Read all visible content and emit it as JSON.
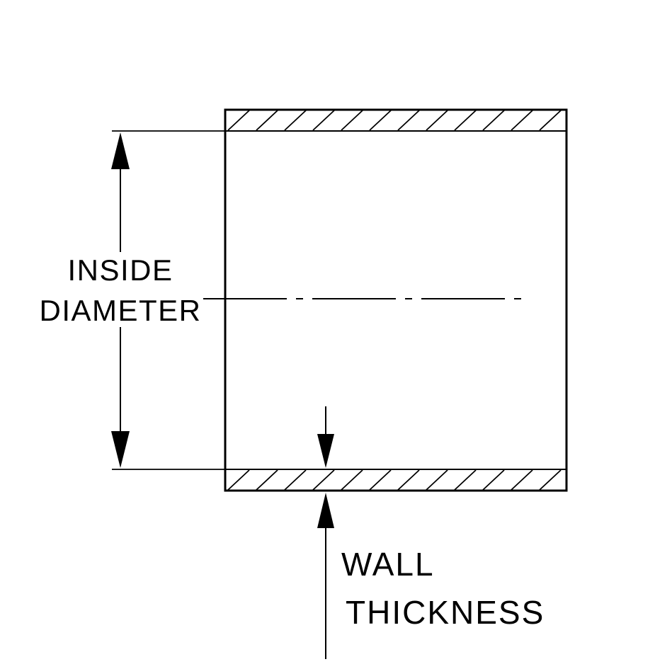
{
  "diagram": {
    "type": "technical-dimension-drawing",
    "labels": {
      "inside_diameter_line1": "INSIDE",
      "inside_diameter_line2": "DIAMETER",
      "wall_thickness_line1": "WALL",
      "wall_thickness_line2": "THICKNESS"
    },
    "colors": {
      "ink": "#000000",
      "background": "#ffffff"
    }
  }
}
